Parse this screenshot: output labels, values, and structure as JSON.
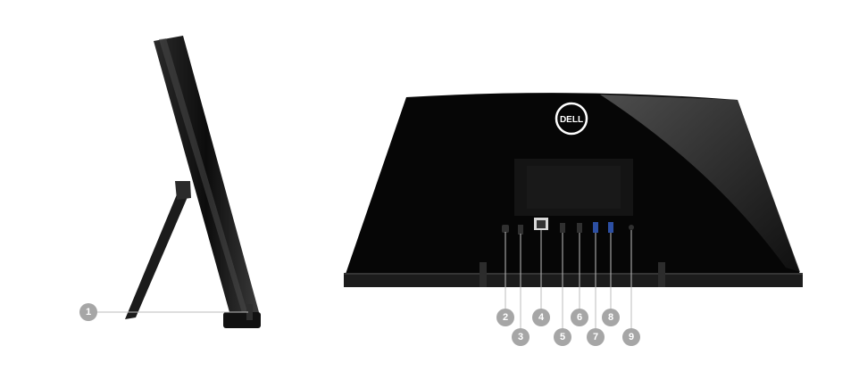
{
  "brand": {
    "logo_text": "DELL",
    "accent_color": "#000000"
  },
  "colors": {
    "callout_badge": "#a6a6a6",
    "callout_line": "#bdbdbd",
    "chassis": "#050505",
    "background": "#ffffff"
  },
  "callouts": [
    {
      "number": "1",
      "port": "side-slot"
    },
    {
      "number": "2",
      "port": "rear-port-2"
    },
    {
      "number": "3",
      "port": "rear-port-3"
    },
    {
      "number": "4",
      "port": "ethernet-port"
    },
    {
      "number": "5",
      "port": "rear-port-5"
    },
    {
      "number": "6",
      "port": "rear-port-6"
    },
    {
      "number": "7",
      "port": "usb-port-7"
    },
    {
      "number": "8",
      "port": "usb-port-8"
    },
    {
      "number": "9",
      "port": "rear-port-9"
    }
  ]
}
